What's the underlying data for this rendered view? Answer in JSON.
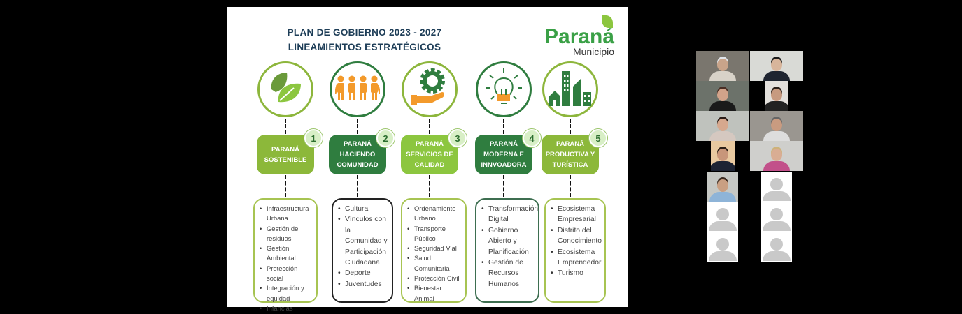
{
  "slide": {
    "title_line1": "PLAN DE GOBIERNO 2023 - 2027",
    "title_line2": "LINEAMIENTOS ESTRATÉGICOS",
    "logo": {
      "name": "Paraná",
      "sub": "Municipio"
    },
    "colors": {
      "light_green": "#8cb83a",
      "dark_green": "#2f7d3f",
      "navy": "#1d3d57",
      "orange": "#f39a2b"
    },
    "pillars": [
      {
        "number": "1",
        "label": "PARANÁ SOSTENIBLE",
        "icon": "leaf-icon",
        "items": [
          "Infraestructura Urbana",
          "Gestión de residuos",
          "Gestión Ambiental",
          "Protección social",
          "Integración y equidad",
          "Infancias"
        ]
      },
      {
        "number": "2",
        "label": "PARANÁ HACIENDO COMUNIDAD",
        "icon": "people-icon",
        "items": [
          "Cultura",
          "Vínculos con la Comunidad y Participación Ciudadana",
          "Deporte",
          "Juventudes"
        ]
      },
      {
        "number": "3",
        "label": "PARANÁ SERVICIOS DE CALIDAD",
        "icon": "gear-hand-icon",
        "items": [
          "Ordenamiento Urbano",
          "Transporte Público",
          "Seguridad Vial",
          "Salud Comunitaria",
          "Protección Civil",
          "Bienestar Animal"
        ]
      },
      {
        "number": "4",
        "label": "PARANÁ MODERNA E INNVOADORA",
        "icon": "lightbulb-icon",
        "items": [
          "Transformación Digital",
          "Gobierno Abierto y Planificación",
          "Gestión de Recursos Humanos"
        ]
      },
      {
        "number": "5",
        "label": "PARANÁ PRODUCTIVA Y TURÍSTICA",
        "icon": "buildings-icon",
        "items": [
          "Ecosistema Empresarial",
          "Distrito del Conocimiento",
          "Ecosistema Emprendedor",
          "Turismo"
        ]
      }
    ]
  },
  "participants": {
    "video_count": 9,
    "placeholder_count": 5
  }
}
